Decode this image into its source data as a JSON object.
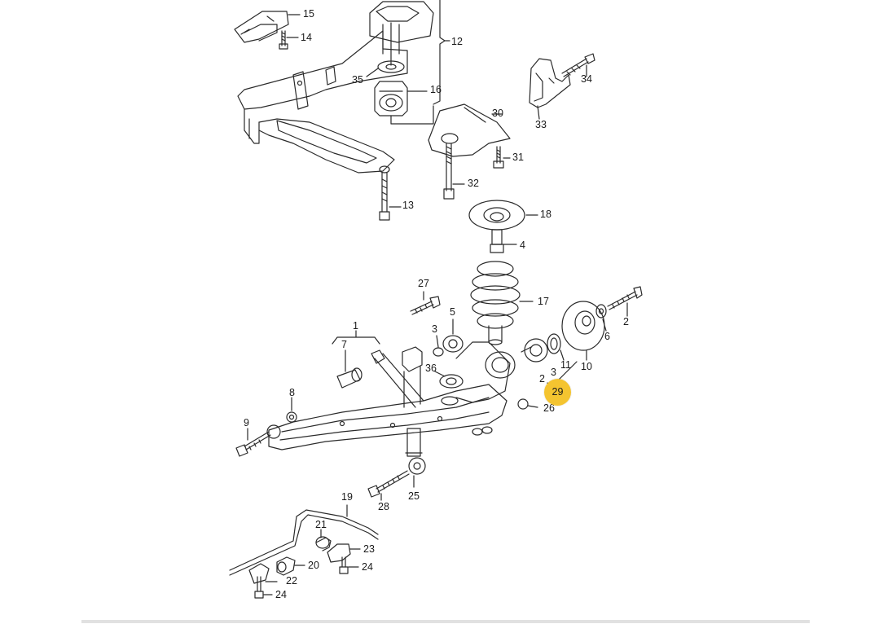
{
  "diagram": {
    "highlight_color": "#f4c430",
    "line_color": "#2a2a2a",
    "highlighted_callout": "29",
    "callouts": [
      {
        "id": "c15",
        "text": "15"
      },
      {
        "id": "c14",
        "text": "14"
      },
      {
        "id": "c12",
        "text": "12"
      },
      {
        "id": "c35",
        "text": "35"
      },
      {
        "id": "c16",
        "text": "16"
      },
      {
        "id": "c30",
        "text": "30"
      },
      {
        "id": "c31",
        "text": "31"
      },
      {
        "id": "c32",
        "text": "32"
      },
      {
        "id": "c13",
        "text": "13"
      },
      {
        "id": "c34",
        "text": "34"
      },
      {
        "id": "c33",
        "text": "33"
      },
      {
        "id": "c18",
        "text": "18"
      },
      {
        "id": "c4",
        "text": "4"
      },
      {
        "id": "c27",
        "text": "27"
      },
      {
        "id": "c17",
        "text": "17"
      },
      {
        "id": "c1",
        "text": "1"
      },
      {
        "id": "c7",
        "text": "7"
      },
      {
        "id": "c5",
        "text": "5"
      },
      {
        "id": "c3a",
        "text": "3"
      },
      {
        "id": "c36",
        "text": "36"
      },
      {
        "id": "c2a",
        "text": "2"
      },
      {
        "id": "c6",
        "text": "6"
      },
      {
        "id": "c10",
        "text": "10"
      },
      {
        "id": "c11",
        "text": "11"
      },
      {
        "id": "c3b",
        "text": "3"
      },
      {
        "id": "c2b",
        "text": "2"
      },
      {
        "id": "c26",
        "text": "26"
      },
      {
        "id": "c8",
        "text": "8"
      },
      {
        "id": "c9",
        "text": "9"
      },
      {
        "id": "c25",
        "text": "25"
      },
      {
        "id": "c28",
        "text": "28"
      },
      {
        "id": "c19",
        "text": "19"
      },
      {
        "id": "c21",
        "text": "21"
      },
      {
        "id": "c23",
        "text": "23"
      },
      {
        "id": "c20",
        "text": "20"
      },
      {
        "id": "c24a",
        "text": "24"
      },
      {
        "id": "c22",
        "text": "22"
      },
      {
        "id": "c24b",
        "text": "24"
      }
    ]
  }
}
